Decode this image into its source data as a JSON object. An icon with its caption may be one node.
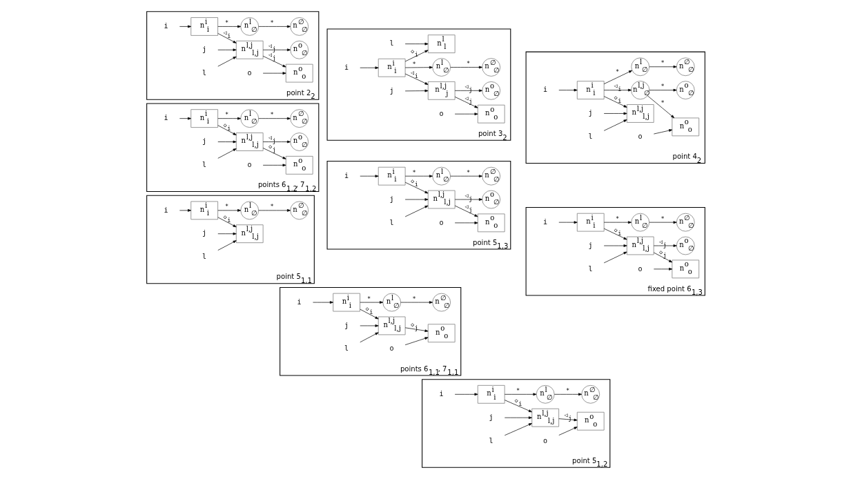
{
  "diagram": {
    "nodes": [
      {
        "text": [
          "point 5$_{1,1}$"
        ]
      },
      {
        "text": [
          "i"
        ],
        "in": 0
      },
      {
        "text": [
          "j"
        ],
        "in": 0
      },
      {
        "text": [
          "n$^{i}$$_{i}$"
        ],
        "in": 0
      },
      {
        "text": [
          "n$^{l}$$_{∅}$"
        ],
        "in": 0
      },
      {
        "text": [
          "n$^{∅}$$_{∅}$"
        ],
        "in": 0
      },
      {
        "text": [
          "l"
        ],
        "in": 0
      },
      {
        "text": [
          "n$^{l,j}$$_{l,j}$"
        ],
        "in": 0
      },
      {
        "text": [
          "points 6$_{1,1}$, 7$_{1,1}$"
        ]
      },
      {
        "text": [
          "i"
        ],
        "in": 8
      },
      {
        "text": [
          "j"
        ],
        "in": 8
      },
      {
        "text": [
          "n$^{i}$$_{i}$"
        ],
        "in": 8
      },
      {
        "text": [
          "n$^{l}$$_{∅}$"
        ],
        "in": 8
      },
      {
        "text": [
          "n$^{∅}$$_{∅}$"
        ],
        "in": 8
      },
      {
        "text": [
          "l"
        ],
        "in": 8
      },
      {
        "text": [
          "n$^{l,j}$$_{l,j}$"
        ],
        "in": 8
      },
      {
        "text": [
          "n$^{o}$$_{o}$"
        ],
        "in": 8
      },
      {
        "text": [
          "o"
        ],
        "in": 8
      },
      {
        "text": [
          "point 5$_{1,2}$"
        ]
      },
      {
        "text": [
          "i"
        ],
        "in": 18
      },
      {
        "text": [
          "j"
        ],
        "in": 18
      },
      {
        "text": [
          "n$^{i}$$_{i}$"
        ],
        "in": 18
      },
      {
        "text": [
          "n$^{l}$$_{∅}$"
        ],
        "in": 18
      },
      {
        "text": [
          "n$^{∅}$$_{∅}$"
        ],
        "in": 18
      },
      {
        "text": [
          "l"
        ],
        "in": 18
      },
      {
        "text": [
          "n$^{l,j}$$_{l,j}$"
        ],
        "in": 18
      },
      {
        "text": [
          "n$^{o}$$_{o}$"
        ],
        "in": 18
      },
      {
        "text": [
          "o"
        ],
        "in": 18
      },
      {
        "text": [
          "points 6$_{1,2}$, 7$_{1,2}$"
        ]
      },
      {
        "text": [
          "i"
        ],
        "in": 28
      },
      {
        "text": [
          "j"
        ],
        "in": 28
      },
      {
        "text": [
          "n$^{i}$$_{i}$"
        ],
        "in": 28
      },
      {
        "text": [
          "n$^{l}$$_{∅}$"
        ],
        "in": 28
      },
      {
        "text": [
          "n$^{∅}$$_{∅}$"
        ],
        "in": 28
      },
      {
        "text": [
          "l"
        ],
        "in": 28
      },
      {
        "text": [
          "n$^{l,j}$$_{l,j}$"
        ],
        "in": 28
      },
      {
        "text": [
          "n$^{o}$$_{o}$"
        ],
        "in": 28
      },
      {
        "text": [
          "o"
        ],
        "in": 28
      },
      {
        "text": [
          "n$^{o}$$_{∅}$"
        ],
        "in": 28
      },
      {
        "text": [
          "point 5$_{1,3}$"
        ]
      },
      {
        "text": [
          "i"
        ],
        "in": 39
      },
      {
        "text": [
          "j"
        ],
        "in": 39
      },
      {
        "text": [
          "n$^{i}$$_{i}$"
        ],
        "in": 39
      },
      {
        "text": [
          "n$^{l}$$_{∅}$"
        ],
        "in": 39
      },
      {
        "text": [
          "n$^{∅}$$_{∅}$"
        ],
        "in": 39
      },
      {
        "text": [
          "l"
        ],
        "in": 39
      },
      {
        "text": [
          "n$^{l,j}$$_{l,j}$"
        ],
        "in": 39
      },
      {
        "text": [
          "n$^{o}$$_{o}$"
        ],
        "in": 39
      },
      {
        "text": [
          "o"
        ],
        "in": 39
      },
      {
        "text": [
          "n$^{o}$$_{∅}$"
        ],
        "in": 39
      },
      {
        "text": [
          "fixed point 6$_{1,3}$"
        ]
      },
      {
        "text": [
          "i"
        ],
        "in": 50
      },
      {
        "text": [
          "j"
        ],
        "in": 50
      },
      {
        "text": [
          "n$^{i}$$_{i}$"
        ],
        "in": 50
      },
      {
        "text": [
          "n$^{l}$$_{∅}$"
        ],
        "in": 50
      },
      {
        "text": [
          "n$^{∅}$$_{∅}$"
        ],
        "in": 50
      },
      {
        "text": [
          "l"
        ],
        "in": 50
      },
      {
        "text": [
          "n$^{l,j}$$_{l,j}$"
        ],
        "in": 50
      },
      {
        "text": [
          "n$^{o}$$_{o}$"
        ],
        "in": 50
      },
      {
        "text": [
          "o"
        ],
        "in": 50
      },
      {
        "text": [
          "n$^{o}$$_{∅}$"
        ],
        "in": 50
      },
      {
        "text": [
          "point 2$_{2}$"
        ]
      },
      {
        "text": [
          "i"
        ],
        "in": 61
      },
      {
        "text": [
          "j"
        ],
        "in": 61
      },
      {
        "text": [
          "n$^{i}$$_{i}$"
        ],
        "in": 61
      },
      {
        "text": [
          "n$^{l}$$_{∅}$"
        ],
        "in": 61
      },
      {
        "text": [
          "n$^{∅}$$_{∅}$"
        ],
        "in": 61
      },
      {
        "text": [
          "l"
        ],
        "in": 61
      },
      {
        "text": [
          "n$^{l,j}$$_{l,j}$"
        ],
        "in": 61
      },
      {
        "text": [
          "n$^{o}$$_{o}$"
        ],
        "in": 61
      },
      {
        "text": [
          "o"
        ],
        "in": 61
      },
      {
        "text": [
          "n$^{o}$$_{∅}$"
        ],
        "in": 61
      },
      {
        "text": [
          "point 3$_{2}$"
        ]
      },
      {
        "text": [
          "i"
        ],
        "in": 72
      },
      {
        "text": [
          "j"
        ],
        "in": 72
      },
      {
        "text": [
          "n$^{i}$$_{i}$"
        ],
        "in": 72
      },
      {
        "text": [
          "n$^{l}$$_{∅}$"
        ],
        "in": 72
      },
      {
        "text": [
          "n$^{∅}$$_{∅}$"
        ],
        "in": 72
      },
      {
        "text": [
          "l"
        ],
        "in": 72
      },
      {
        "text": [
          "n$^{l}$$_{l}$"
        ],
        "in": 72
      },
      {
        "text": [
          "n$^{o}$$_{o}$"
        ],
        "in": 72
      },
      {
        "text": [
          "o"
        ],
        "in": 72
      },
      {
        "text": [
          "n$^{l,j}$$_{j}$"
        ],
        "in": 72
      },
      {
        "text": [
          "n$^{o}$$_{∅}$"
        ],
        "in": 72
      },
      {
        "text": [
          "point 4$_{2}$"
        ]
      },
      {
        "text": [
          "i"
        ],
        "in": 84
      },
      {
        "text": [
          "j"
        ],
        "in": 84
      },
      {
        "text": [
          "n$^{i}$$_{i}$"
        ],
        "in": 84
      },
      {
        "text": [
          "n$^{l}$$_{∅}$"
        ],
        "in": 84
      },
      {
        "text": [
          "n$^{∅}$$_{∅}$"
        ],
        "in": 84
      },
      {
        "text": [
          "l"
        ],
        "in": 84
      },
      {
        "text": [
          "n$^{l,j}$$_{l,j}$"
        ],
        "in": 84
      },
      {
        "text": [
          "n$^{o}$$_{o}$"
        ],
        "in": 84
      },
      {
        "text": [
          "o"
        ],
        "in": 84
      },
      {
        "text": [
          "n$^{l,j}$$_{∅}$"
        ],
        "in": 84
      },
      {
        "text": [
          "n$^{o}$$_{∅}$"
        ],
        "in": 84
      }
    ],
    "edges": [
      {
        "from": 1,
        "to": 3,
        "arrow": "to"
      },
      {
        "from": 3,
        "to": 4,
        "label": "*",
        "arrow": "to"
      },
      {
        "from": 4,
        "to": 5,
        "label": "*",
        "arrow": "to"
      },
      {
        "from": 3,
        "to": 7,
        "label": "◇$_{i}$",
        "arrow": "to"
      },
      {
        "from": 6,
        "to": 7,
        "arrow": "to"
      },
      {
        "from": 2,
        "to": 7,
        "arrow": "to"
      },
      {
        "from": 9,
        "to": 11,
        "arrow": "to"
      },
      {
        "from": 11,
        "to": 12,
        "label": "*",
        "arrow": "to"
      },
      {
        "from": 12,
        "to": 13,
        "label": "*",
        "arrow": "to"
      },
      {
        "from": 11,
        "to": 15,
        "label": "◇$_{i}$",
        "arrow": "to"
      },
      {
        "from": 14,
        "to": 15,
        "arrow": "to"
      },
      {
        "from": 10,
        "to": 15,
        "arrow": "to"
      },
      {
        "from": 15,
        "to": 16,
        "label": "◇$_{j}$",
        "arrow": "to"
      },
      {
        "from": 17,
        "to": 16,
        "arrow": "to"
      },
      {
        "from": 19,
        "to": 21,
        "arrow": "to"
      },
      {
        "from": 21,
        "to": 22,
        "label": "*",
        "arrow": "to"
      },
      {
        "from": 22,
        "to": 23,
        "label": "*",
        "arrow": "to"
      },
      {
        "from": 21,
        "to": 25,
        "label": "◇$_{i}$",
        "arrow": "to"
      },
      {
        "from": 24,
        "to": 25,
        "arrow": "to"
      },
      {
        "from": 20,
        "to": 25,
        "arrow": "to"
      },
      {
        "from": 25,
        "to": 26,
        "label": "◁$_{j}$",
        "arrow": "to"
      },
      {
        "from": 27,
        "to": 26,
        "arrow": "to"
      },
      {
        "from": 29,
        "to": 31,
        "arrow": "to"
      },
      {
        "from": 31,
        "to": 32,
        "label": "*",
        "arrow": "to"
      },
      {
        "from": 32,
        "to": 33,
        "label": "*",
        "arrow": "to"
      },
      {
        "from": 31,
        "to": 35,
        "label": "◇$_{i}$",
        "arrow": "to"
      },
      {
        "from": 34,
        "to": 35,
        "arrow": "to"
      },
      {
        "from": 30,
        "to": 35,
        "arrow": "to"
      },
      {
        "from": 35,
        "to": 36,
        "label": "◇$_{j}$",
        "arrow": "to"
      },
      {
        "from": 37,
        "to": 36,
        "arrow": "to"
      },
      {
        "from": 35,
        "to": 38,
        "label": "◁$_{j}$",
        "arrow": "to"
      },
      {
        "from": 40,
        "to": 42,
        "arrow": "to"
      },
      {
        "from": 42,
        "to": 43,
        "label": "*",
        "arrow": "to"
      },
      {
        "from": 43,
        "to": 44,
        "label": "*",
        "arrow": "to"
      },
      {
        "from": 42,
        "to": 46,
        "label": "◇$_{i}$",
        "arrow": "to"
      },
      {
        "from": 45,
        "to": 46,
        "arrow": "to"
      },
      {
        "from": 41,
        "to": 46,
        "arrow": "to"
      },
      {
        "from": 46,
        "to": 47,
        "label": "◁$_{j}$",
        "arrow": "to"
      },
      {
        "from": 48,
        "to": 47,
        "arrow": "to"
      },
      {
        "from": 46,
        "to": 49,
        "label": "◁$_{j}$",
        "arrow": "to"
      },
      {
        "from": 51,
        "to": 53,
        "arrow": "to"
      },
      {
        "from": 53,
        "to": 54,
        "label": "*",
        "arrow": "to"
      },
      {
        "from": 54,
        "to": 55,
        "label": "*",
        "arrow": "to"
      },
      {
        "from": 53,
        "to": 57,
        "label": "◇$_{i}$",
        "arrow": "to"
      },
      {
        "from": 56,
        "to": 57,
        "arrow": "to"
      },
      {
        "from": 52,
        "to": 57,
        "arrow": "to"
      },
      {
        "from": 57,
        "to": 58,
        "label": "◇$_{j}$",
        "arrow": "to"
      },
      {
        "from": 59,
        "to": 58,
        "arrow": "to"
      },
      {
        "from": 57,
        "to": 60,
        "label": "◁$_{j}$",
        "arrow": "to"
      },
      {
        "from": 62,
        "to": 64,
        "arrow": "to"
      },
      {
        "from": 64,
        "to": 65,
        "label": "*",
        "arrow": "to"
      },
      {
        "from": 65,
        "to": 66,
        "label": "*",
        "arrow": "to"
      },
      {
        "from": 64,
        "to": 68,
        "label": "◁$_{i}$",
        "arrow": "to"
      },
      {
        "from": 67,
        "to": 68,
        "arrow": "to"
      },
      {
        "from": 63,
        "to": 68,
        "arrow": "to"
      },
      {
        "from": 68,
        "to": 69,
        "label": "◁$_{j}$",
        "arrow": "to"
      },
      {
        "from": 70,
        "to": 69,
        "arrow": "to"
      },
      {
        "from": 68,
        "to": 71,
        "label": "◁$_{j}$",
        "arrow": "to"
      },
      {
        "from": 73,
        "to": 75,
        "arrow": "to"
      },
      {
        "from": 75,
        "to": 76,
        "label": "*",
        "arrow": "to"
      },
      {
        "from": 76,
        "to": 77,
        "label": "*",
        "arrow": "to"
      },
      {
        "from": 75,
        "to": 79,
        "label": "◇$_{i}$",
        "arrow": "to"
      },
      {
        "from": 78,
        "to": 79,
        "arrow": "to"
      },
      {
        "from": 75,
        "to": 82,
        "label": "◁$_{i}$",
        "arrow": "to"
      },
      {
        "from": 74,
        "to": 82,
        "arrow": "to"
      },
      {
        "from": 82,
        "to": 80,
        "label": "◁$_{j}$",
        "arrow": "to"
      },
      {
        "from": 81,
        "to": 80,
        "arrow": "to"
      },
      {
        "from": 82,
        "to": 83,
        "label": "◁$_{j}$",
        "arrow": "to"
      },
      {
        "from": 85,
        "to": 87,
        "arrow": "to"
      },
      {
        "from": 87,
        "to": 88,
        "label": "*",
        "arrow": "to"
      },
      {
        "from": 88,
        "to": 89,
        "label": "*",
        "arrow": "to"
      },
      {
        "from": 87,
        "to": 91,
        "label": "◇$_{i}$",
        "arrow": "to"
      },
      {
        "from": 90,
        "to": 91,
        "arrow": "to"
      },
      {
        "from": 86,
        "to": 91,
        "arrow": "to"
      },
      {
        "from": 87,
        "to": 94,
        "label": "◁$_{i}$",
        "arrow": "to"
      },
      {
        "from": 94,
        "to": 92,
        "label": "*",
        "arrow": "to"
      },
      {
        "from": 93,
        "to": 92,
        "arrow": "to"
      },
      {
        "from": 94,
        "to": 95,
        "label": "*",
        "arrow": "to"
      }
    ]
  }
}
